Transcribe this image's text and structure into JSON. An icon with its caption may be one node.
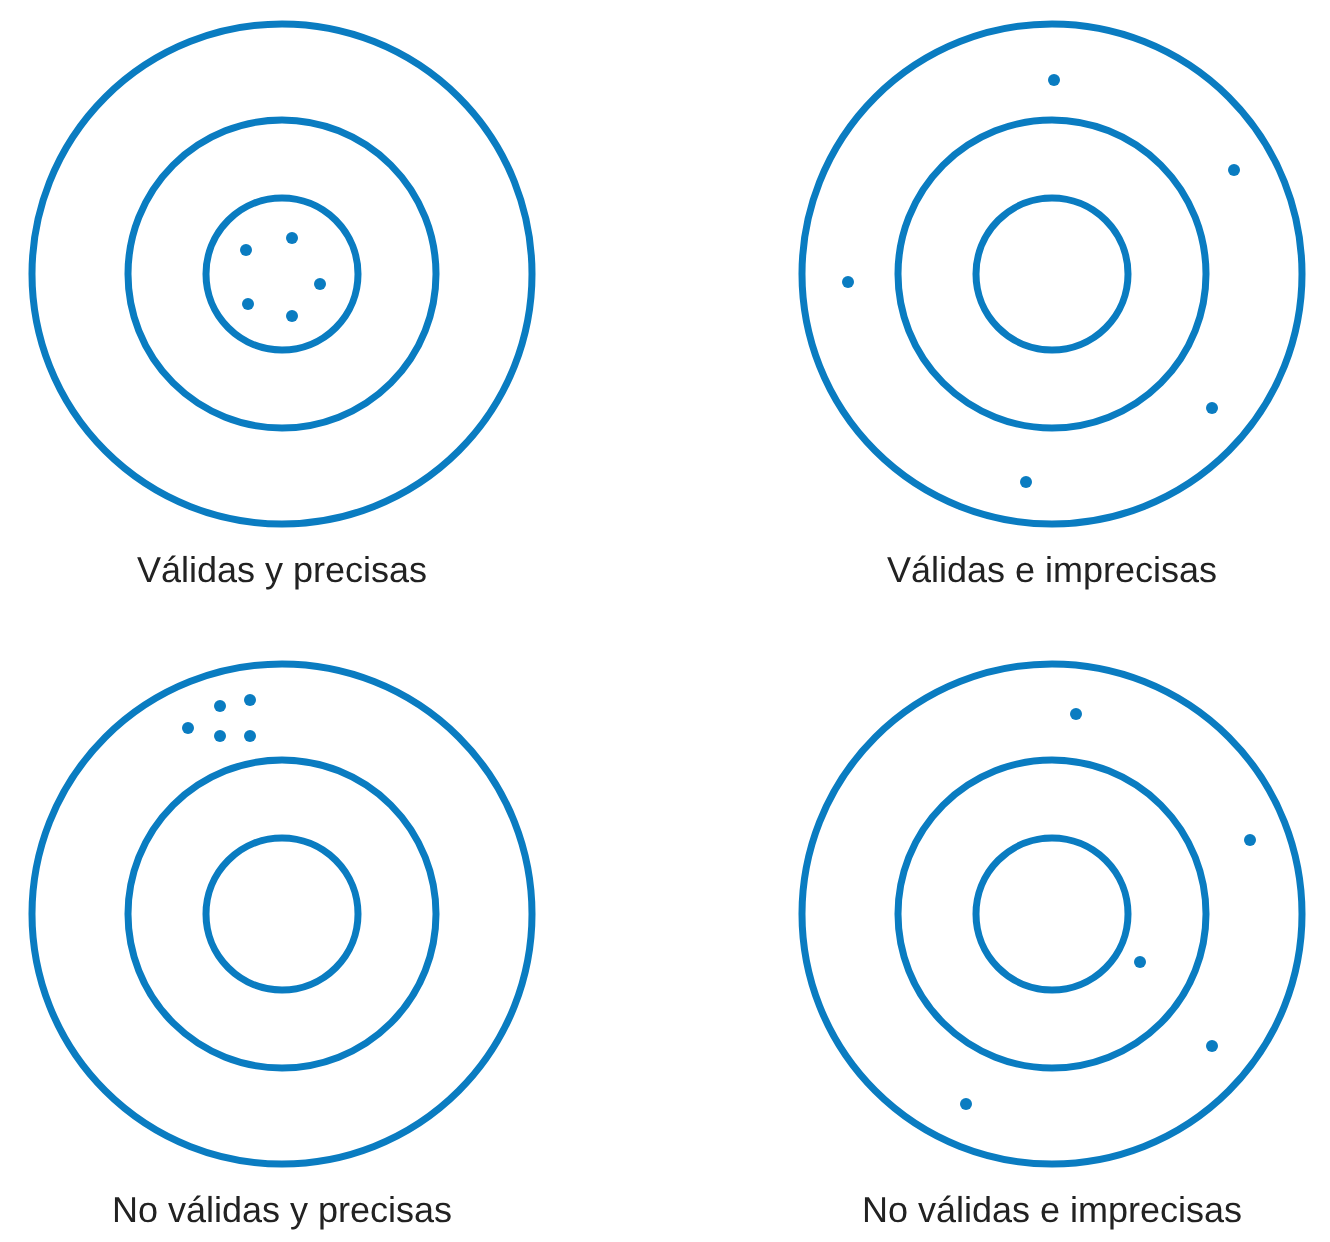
{
  "diagram": {
    "labels": [
      "Válidas y precisas",
      "Válidas e imprecisas",
      "No válidas y precisas",
      "No válidas e imprecisas"
    ]
  }
}
